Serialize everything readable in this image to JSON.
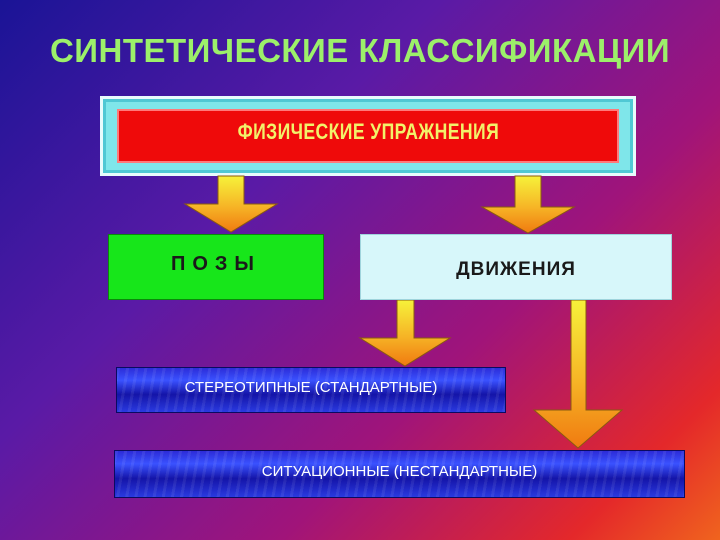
{
  "title": "СИНТЕТИЧЕСКИЕ КЛАССИФИКАЦИИ",
  "nodes": {
    "physical_exercises": "ФИЗИЧЕСКИЕ УПРАЖНЕНИЯ",
    "poses": "ПОЗЫ",
    "movements": "ДВИЖЕНИЯ",
    "stereotyped": "СТЕРЕОТИПНЫЕ (СТАНДАРТНЫЕ)",
    "situational": "СИТУАЦИОННЫЕ (НЕСТАНДАРТНЫЕ)"
  },
  "colors": {
    "title": "#9cf06a",
    "top_box": "#ef0a0a",
    "top_text": "#f2f26a",
    "poses_box": "#17e61a",
    "movements_box": "#d7f7fa",
    "bar": "#2c2cd8",
    "arrow_top": "#f6f23a",
    "arrow_bottom": "#f07a10"
  },
  "edges": [
    [
      "physical_exercises",
      "poses"
    ],
    [
      "physical_exercises",
      "movements"
    ],
    [
      "movements",
      "stereotyped"
    ],
    [
      "movements",
      "situational"
    ]
  ]
}
